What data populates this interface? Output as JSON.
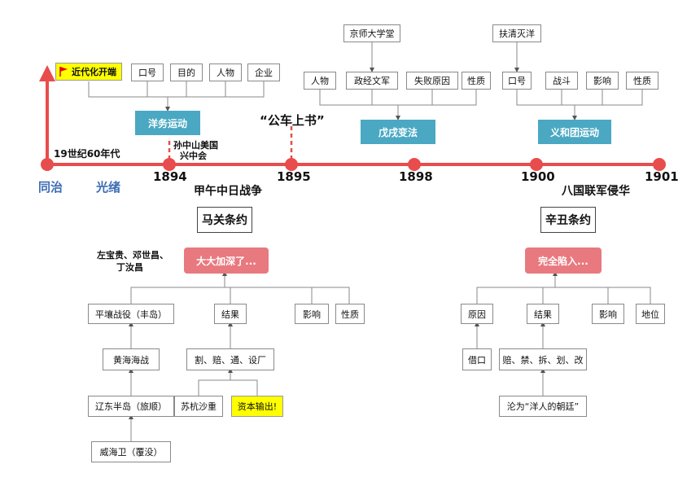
{
  "timeline": {
    "years": [
      "1894",
      "1895",
      "1898",
      "1900",
      "1901"
    ],
    "eras": [
      "同治",
      "光绪"
    ],
    "start_label": "19世纪60年代",
    "label_1894_above": [
      "孙中山美国",
      "兴中会"
    ],
    "label_1895_above": "“公车上书”",
    "below_1894": "甲午中日战争",
    "below_1900": "八国联军侵华",
    "colors": {
      "line": "#e84c4c",
      "dot": "#e84c4c",
      "era": "#3d6db5",
      "teal": "#4aa8c3",
      "pink": "#e8797f",
      "yellow": "#ffff00"
    }
  },
  "westernization": {
    "flag_label": "近代化开端",
    "topics": [
      "口号",
      "目的",
      "人物",
      "企业"
    ],
    "title": "洋务运动"
  },
  "reform": {
    "top": "京师大学堂",
    "topics": [
      "人物",
      "政经文军",
      "失败原因",
      "性质"
    ],
    "title": "戊戌变法"
  },
  "boxer": {
    "top": "扶清灭洋",
    "topics": [
      "口号",
      "战斗",
      "影响",
      "性质"
    ],
    "title": "义和团运动"
  },
  "shimonoseki": {
    "title": "马关条约",
    "summary": "大大加深了...",
    "people": [
      "左宝贵、邓世昌、",
      "丁汝昌"
    ],
    "topics": [
      "平壤战役（丰岛）",
      "结果",
      "影响",
      "性质"
    ],
    "battles": [
      "黄海海战",
      "辽东半岛（旅顺）",
      "威海卫（覆没）"
    ],
    "result_detail": "割、赔、通、设厂",
    "result_children": [
      "苏杭沙重",
      "资本输出!"
    ]
  },
  "boxer_protocol": {
    "title": "辛丑条约",
    "summary": "完全陷入...",
    "topics": [
      "原因",
      "结果",
      "影响",
      "地位"
    ],
    "cause_detail": "借口",
    "result_detail": "赔、禁、拆、划、改",
    "result_sub": "沦为“洋人的朝廷”"
  }
}
